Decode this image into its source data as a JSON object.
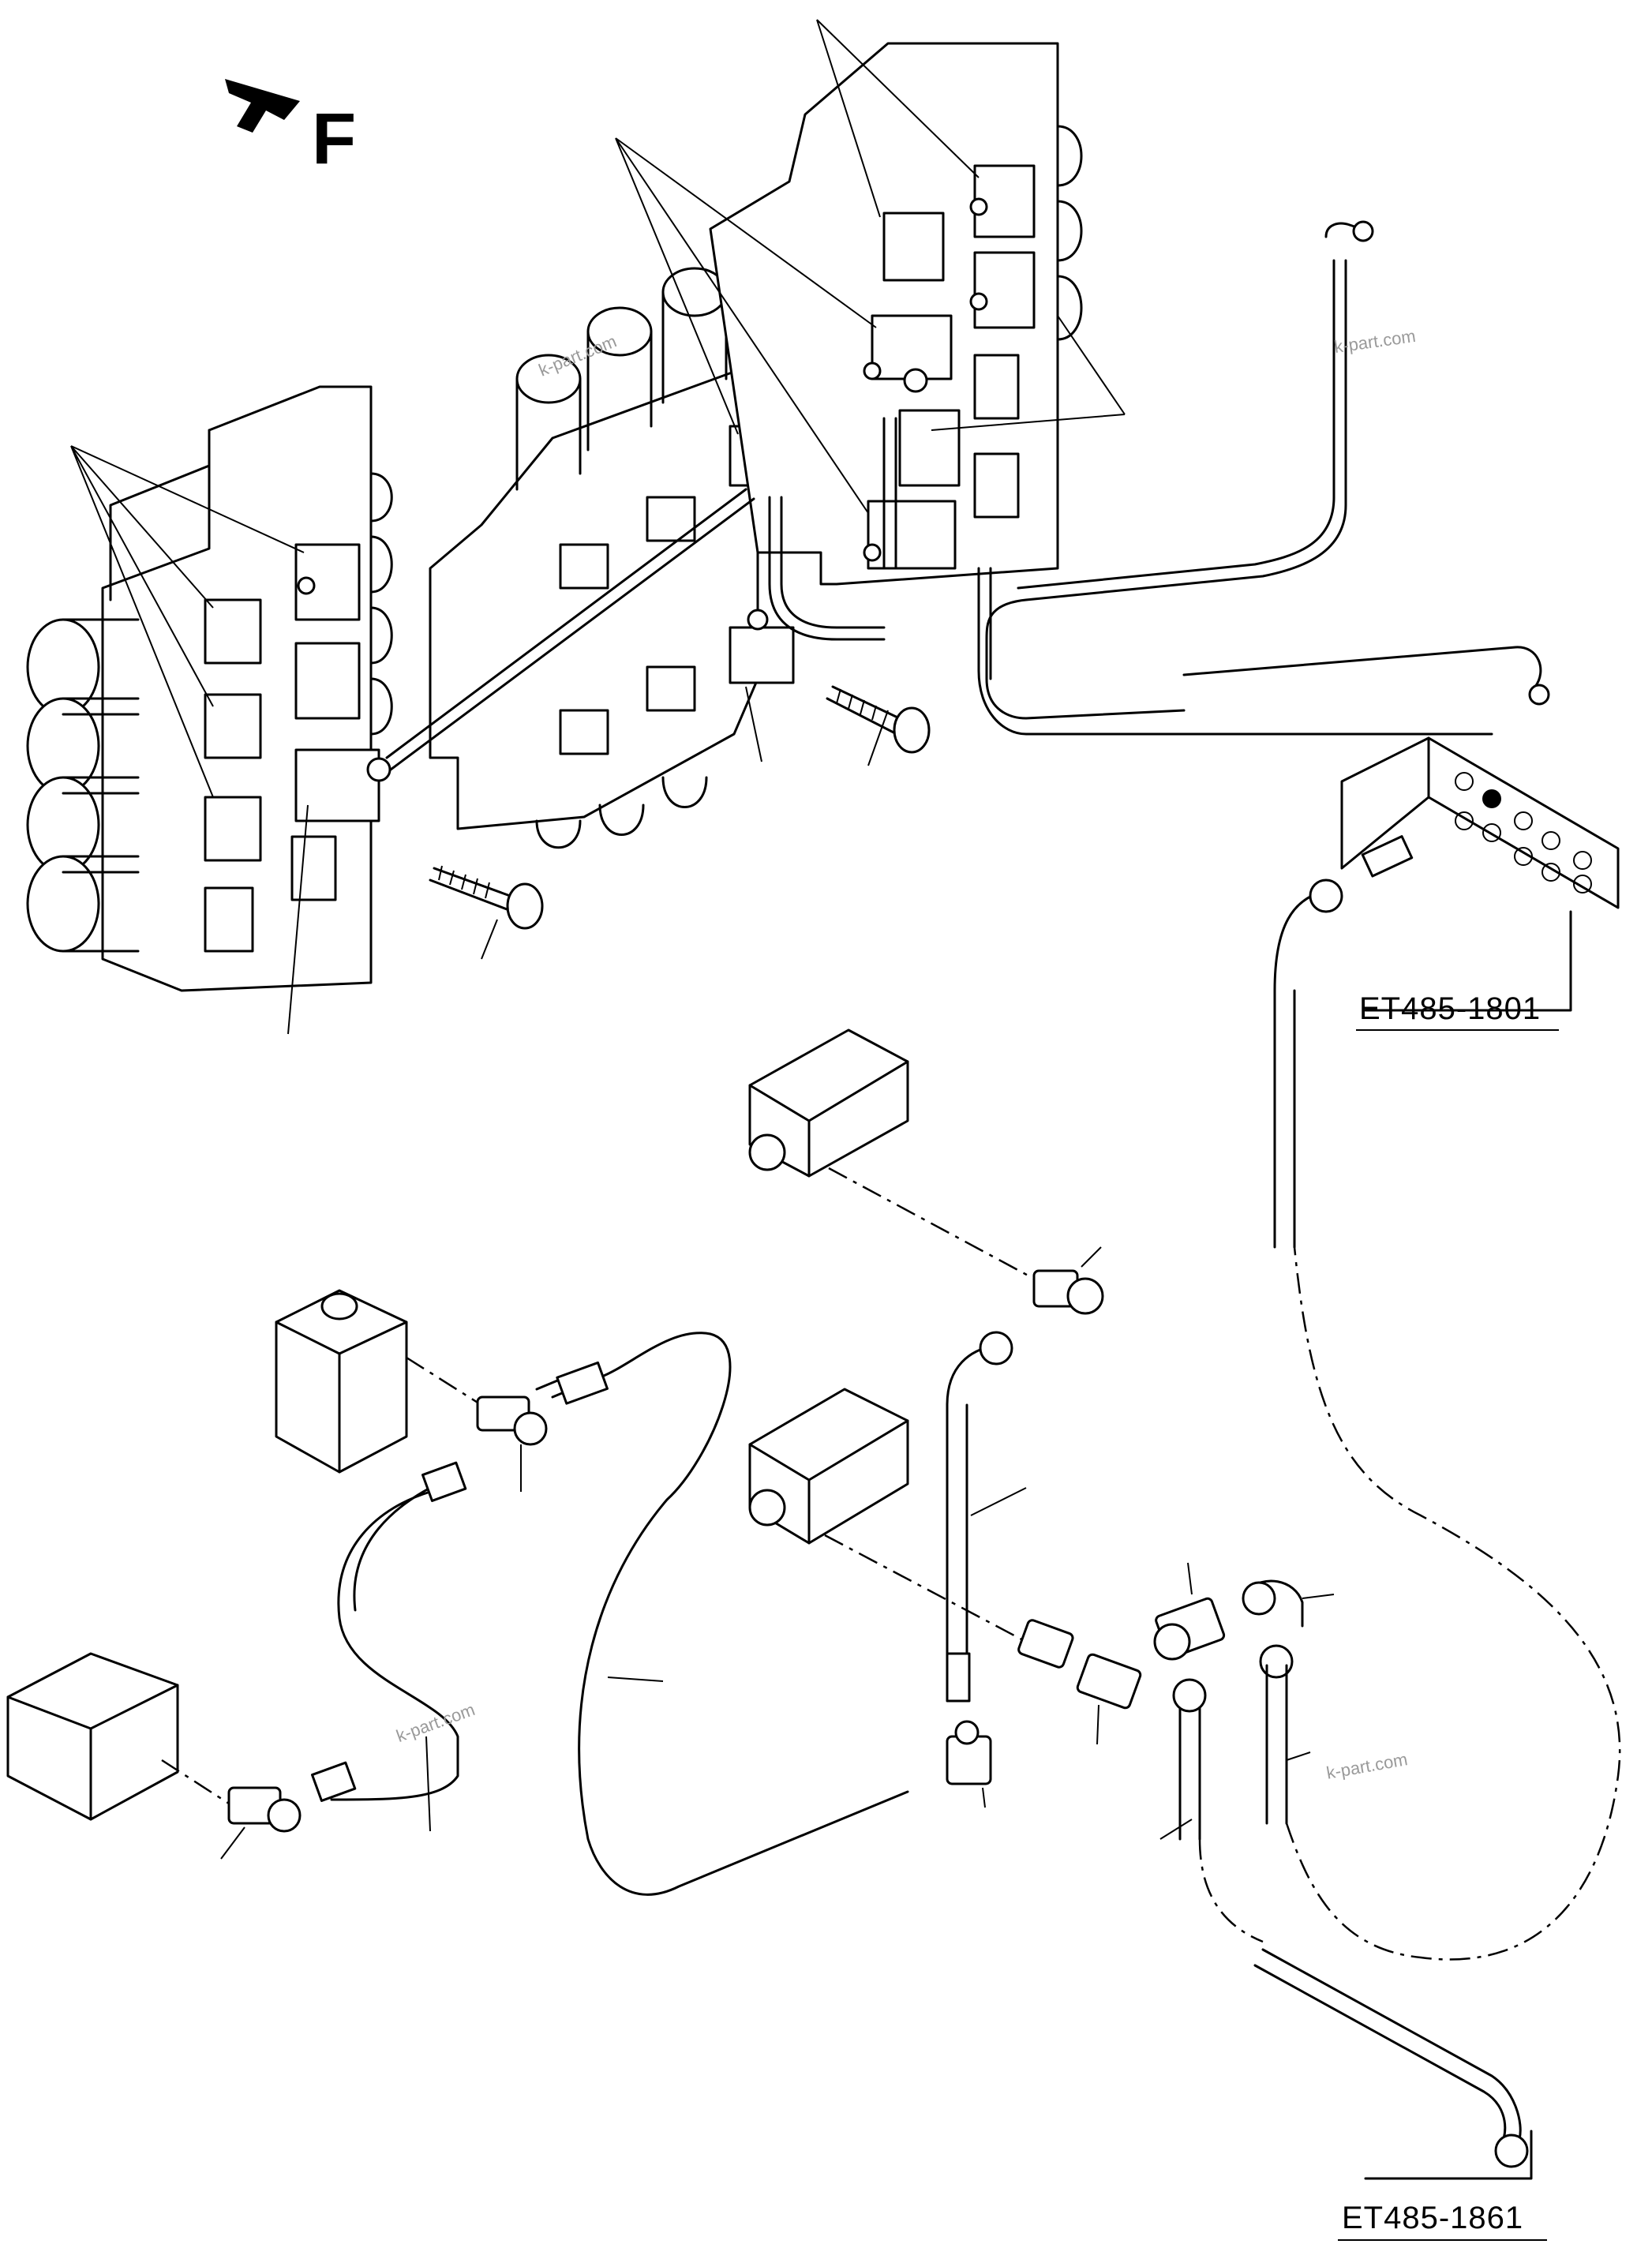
{
  "diagram": {
    "direction_mark": "F",
    "references": [
      {
        "id": "ref-1801",
        "label": "ET485-1801"
      },
      {
        "id": "ref-1861",
        "label": "ET485-1861"
      }
    ],
    "watermarks": [
      "k-part.com",
      "k-part.com",
      "k-part.com",
      "k-part.com"
    ]
  },
  "icons": {
    "direction": "arrow-forward-icon"
  }
}
